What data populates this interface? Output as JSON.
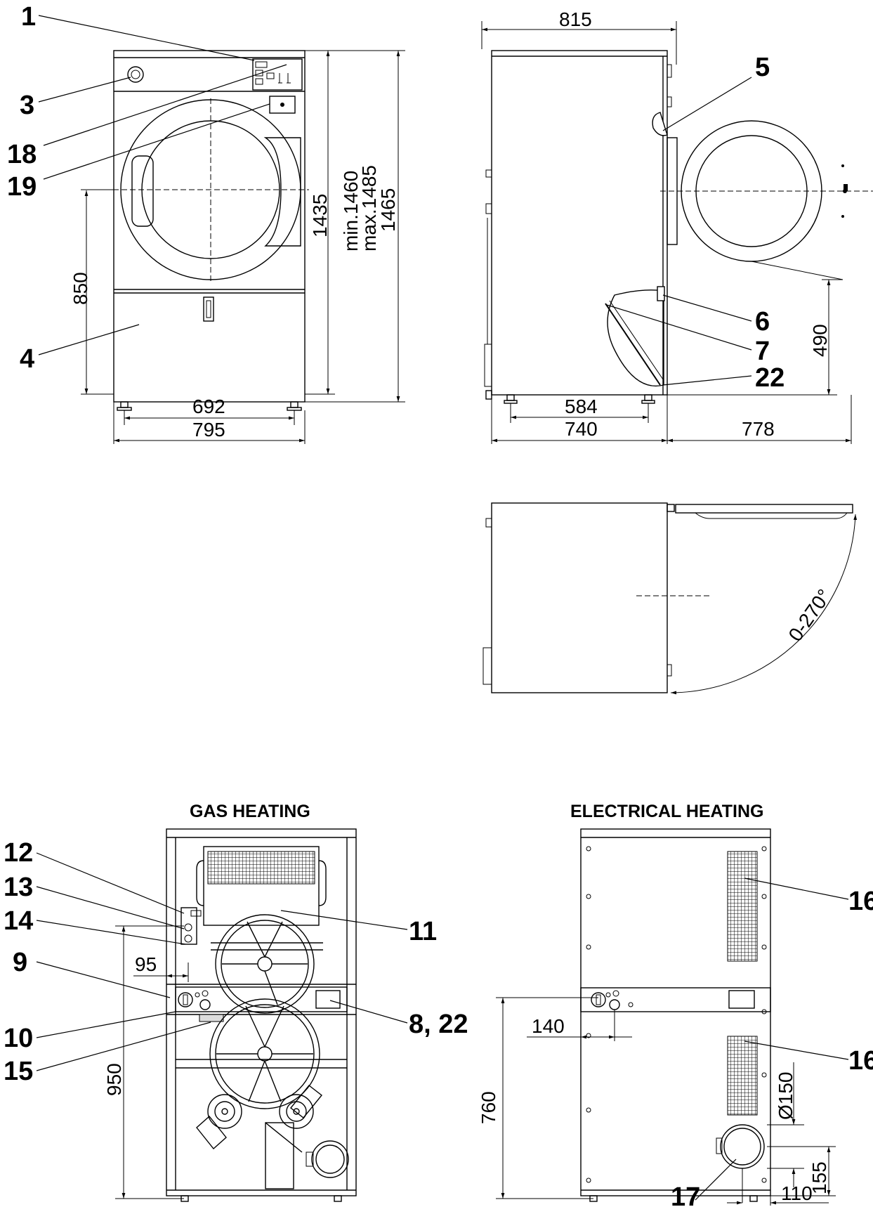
{
  "headings": {
    "gas": "GAS HEATING",
    "electrical": "ELECTRICAL HEATING"
  },
  "front_view": {
    "callouts": {
      "c1": "1",
      "c3": "3",
      "c18": "18",
      "c19": "19",
      "c4": "4"
    },
    "dims": {
      "d850": "850",
      "d1435": "1435",
      "d_min": "min.1460",
      "d_max": "max.1485",
      "d1465": "1465",
      "d692": "692",
      "d795": "795"
    }
  },
  "side_view": {
    "callouts": {
      "c5": "5",
      "c6": "6",
      "c7": "7",
      "c22": "22"
    },
    "dims": {
      "d815": "815",
      "d490": "490",
      "d584": "584",
      "d740": "740",
      "d778": "778"
    }
  },
  "top_view": {
    "angle": "0-270°"
  },
  "gas_view": {
    "callouts": {
      "c12": "12",
      "c13": "13",
      "c14": "14",
      "c9": "9",
      "c10": "10",
      "c15": "15",
      "c11": "11",
      "c8_22": "8, 22"
    },
    "dims": {
      "d95": "95",
      "d950": "950"
    }
  },
  "electric_view": {
    "callouts": {
      "c16a": "16",
      "c16b": "16",
      "c17": "17"
    },
    "dims": {
      "d140": "140",
      "d760": "760",
      "d150": "Ø150",
      "d155": "155",
      "d110": "110"
    }
  }
}
